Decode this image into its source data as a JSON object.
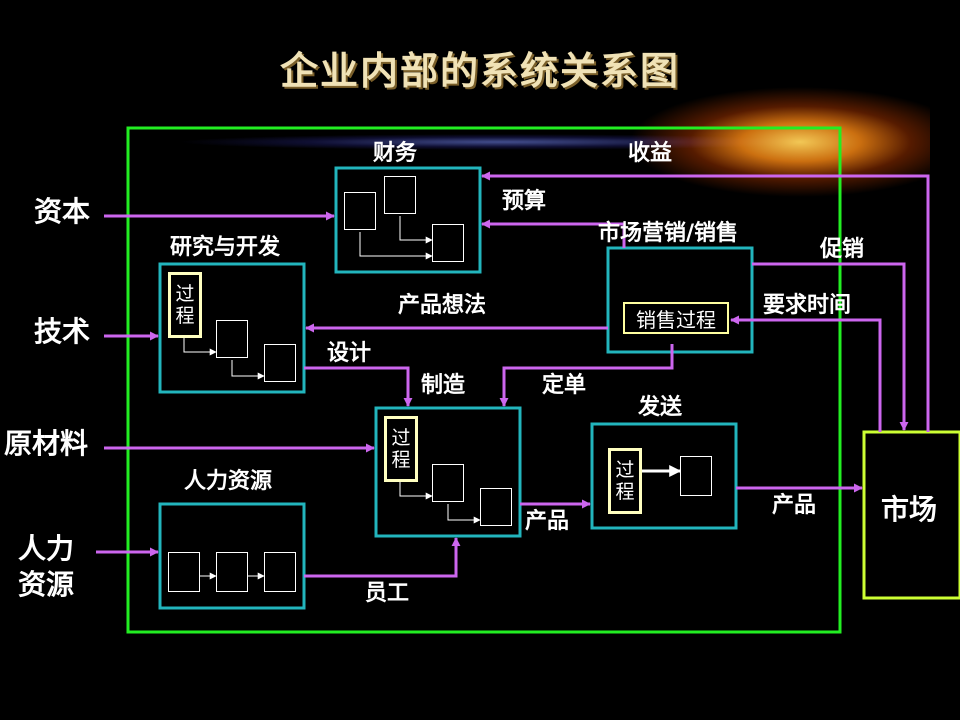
{
  "title": "企业内部的系统关系图",
  "colors": {
    "background": "#000000",
    "system_border": "#22ee22",
    "box_border": "#22b5bd",
    "arrow": "#cc66ee",
    "market_border": "#ccff33",
    "process_border": "#ffffc0"
  },
  "inputs": {
    "capital": "资本",
    "technology": "技术",
    "raw_materials": "原材料",
    "human_resources_line1": "人力",
    "human_resources_line2": "资源"
  },
  "departments": {
    "finance": "财务",
    "rnd": "研究与开发",
    "marketing": "市场营销/销售",
    "manufacturing": "制造",
    "shipping": "发送",
    "hr": "人力资源"
  },
  "process": {
    "line1": "过",
    "line2": "程"
  },
  "sales_process": "销售过程",
  "flows": {
    "revenue": "收益",
    "budget": "预算",
    "promotion": "促销",
    "product_idea": "产品想法",
    "request_time": "要求时间",
    "design": "设计",
    "order": "定单",
    "product_mfg": "产品",
    "product_market": "产品",
    "staff": "员工"
  },
  "market": "市场"
}
